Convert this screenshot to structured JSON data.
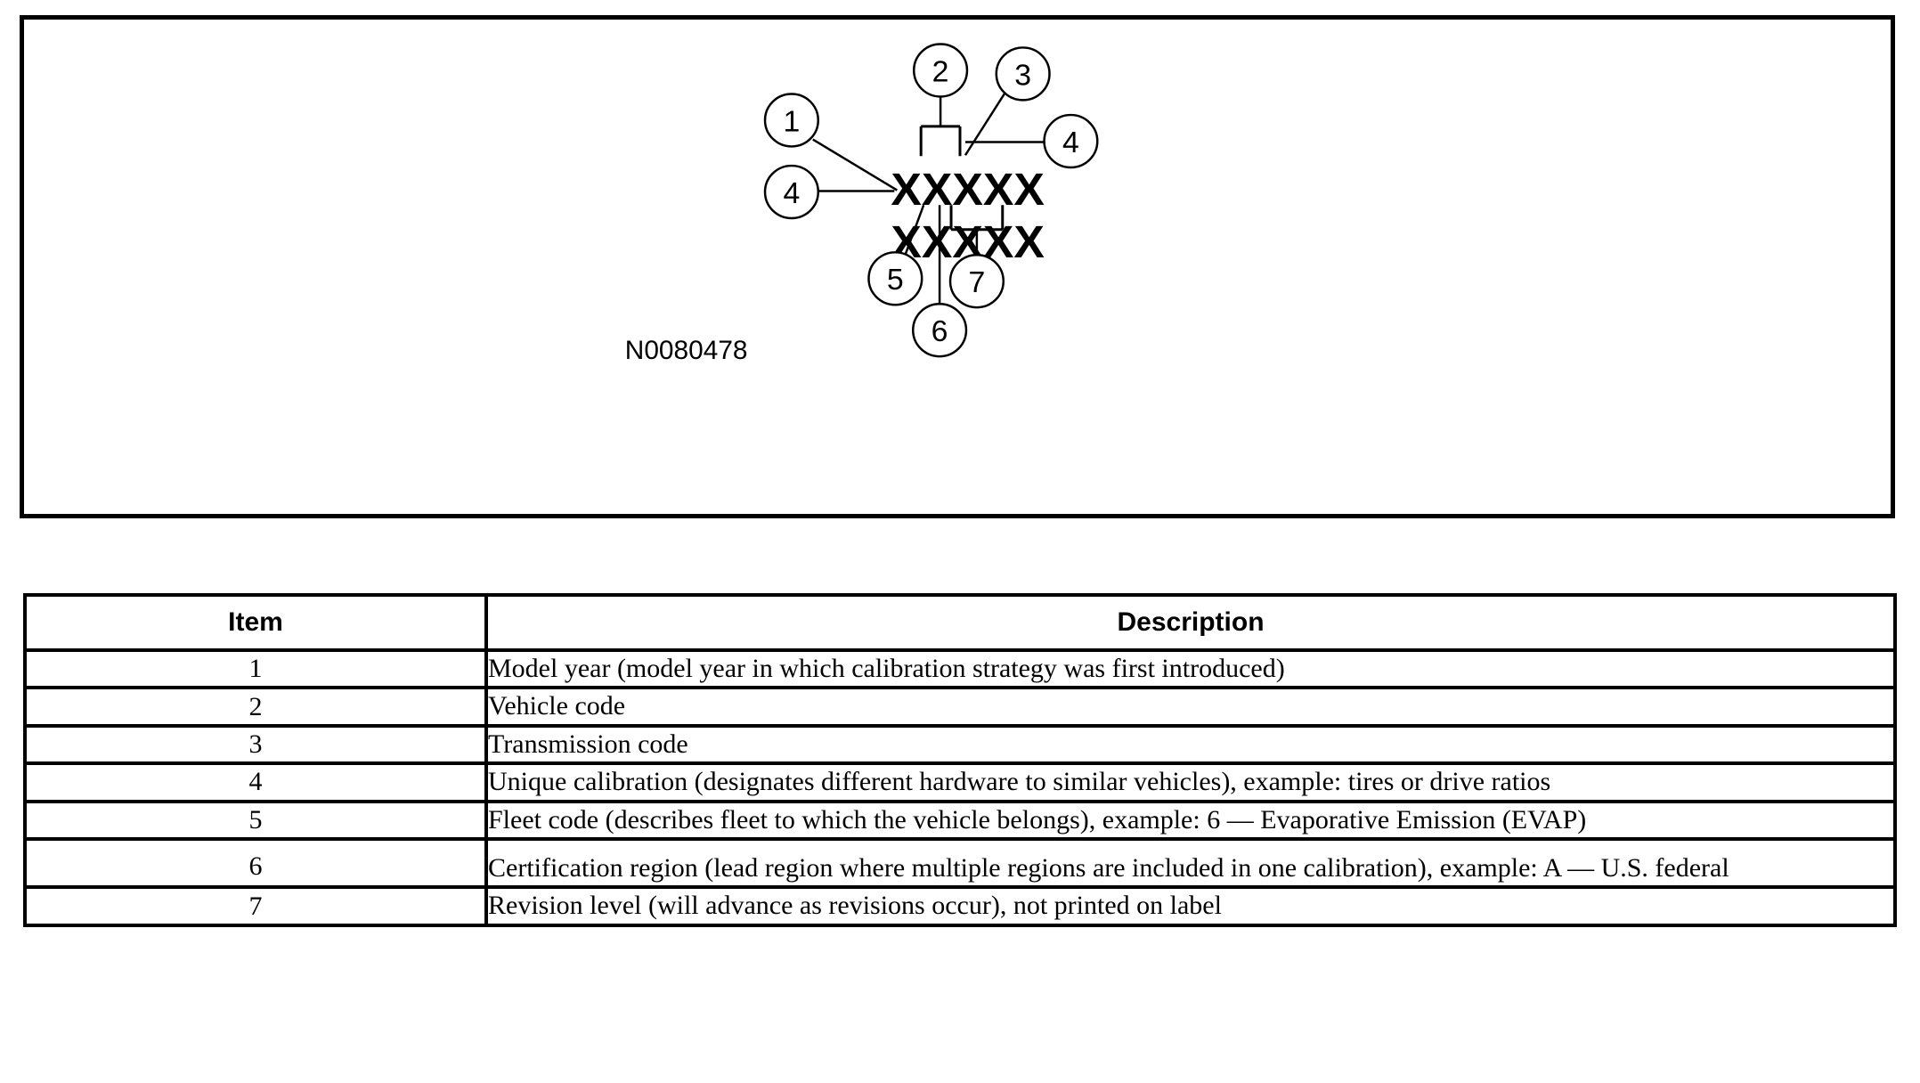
{
  "figure": {
    "reference_id": "N0080478",
    "code_line_1": "XXXXX",
    "code_line_2": "XXXXX",
    "callouts": [
      {
        "id": "1",
        "label": "1"
      },
      {
        "id": "2",
        "label": "2"
      },
      {
        "id": "3",
        "label": "3"
      },
      {
        "id": "4a",
        "label": "4"
      },
      {
        "id": "4b",
        "label": "4"
      },
      {
        "id": "5",
        "label": "5"
      },
      {
        "id": "6",
        "label": "6"
      },
      {
        "id": "7",
        "label": "7"
      }
    ]
  },
  "table": {
    "headers": {
      "item": "Item",
      "description": "Description"
    },
    "rows": [
      {
        "item": "1",
        "description": "Model year (model year in which calibration strategy was first introduced)"
      },
      {
        "item": "2",
        "description": "Vehicle code"
      },
      {
        "item": "3",
        "description": "Transmission code"
      },
      {
        "item": "4",
        "description": "Unique calibration (designates different hardware to similar vehicles), example: tires or drive ratios"
      },
      {
        "item": "5",
        "description": "Fleet code (describes fleet to which the vehicle belongs), example: 6 — Evaporative Emission (EVAP)"
      },
      {
        "item": "6",
        "description": "Certification region (lead region where multiple regions are included in one calibration), example: A — U.S. federal"
      },
      {
        "item": "7",
        "description": "Revision level (will advance as revisions occur), not printed on label"
      }
    ]
  }
}
